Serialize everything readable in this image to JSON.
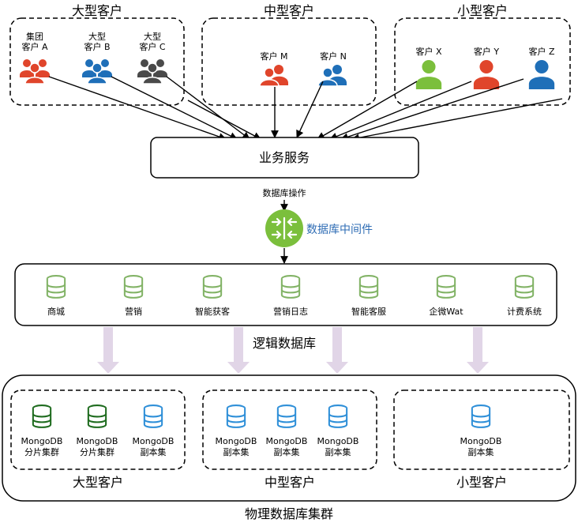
{
  "groups": {
    "large": "大型客户",
    "medium": "中型客户",
    "small": "小型客户"
  },
  "customers": {
    "group_a_l1": "集团",
    "group_a_l2": "客户 A",
    "large_b_l1": "大型",
    "large_b_l2": "客户 B",
    "large_c_l1": "大型",
    "large_c_l2": "客户 C",
    "m": "客户 M",
    "n": "客户 N",
    "x": "客户 X",
    "y": "客户 Y",
    "z": "客户 Z"
  },
  "business_service": "业务服务",
  "db_operation": "数据库操作",
  "middleware": "数据库中间件",
  "logical_dbs": [
    "商城",
    "营销",
    "智能获客",
    "营销日志",
    "智能客服",
    "企微Wat",
    "计费系统"
  ],
  "logical_db_label": "逻辑数据库",
  "physical": {
    "large": [
      {
        "l1": "MongoDB",
        "l2": "分片集群"
      },
      {
        "l1": "MongoDB",
        "l2": "分片集群"
      },
      {
        "l1": "MongoDB",
        "l2": "副本集"
      }
    ],
    "medium": [
      {
        "l1": "MongoDB",
        "l2": "副本集"
      },
      {
        "l1": "MongoDB",
        "l2": "副本集"
      },
      {
        "l1": "MongoDB",
        "l2": "副本集"
      }
    ],
    "small": [
      {
        "l1": "MongoDB",
        "l2": "副本集"
      }
    ],
    "large_label": "大型客户",
    "medium_label": "中型客户",
    "small_label": "小型客户"
  },
  "physical_cluster_label": "物理数据库集群",
  "colors": {
    "red": "#e0452b",
    "blue": "#1f6fb8",
    "dark": "#4a4a4a",
    "green_person": "#7bbf3c",
    "db_green": "#82b366",
    "db_dark_green": "#1e6b1e",
    "db_blue": "#2e8fd8",
    "arrow_purple": "#e1d5e7",
    "middleware_green": "#7bbf3c",
    "middleware_text": "#2f6db5"
  }
}
